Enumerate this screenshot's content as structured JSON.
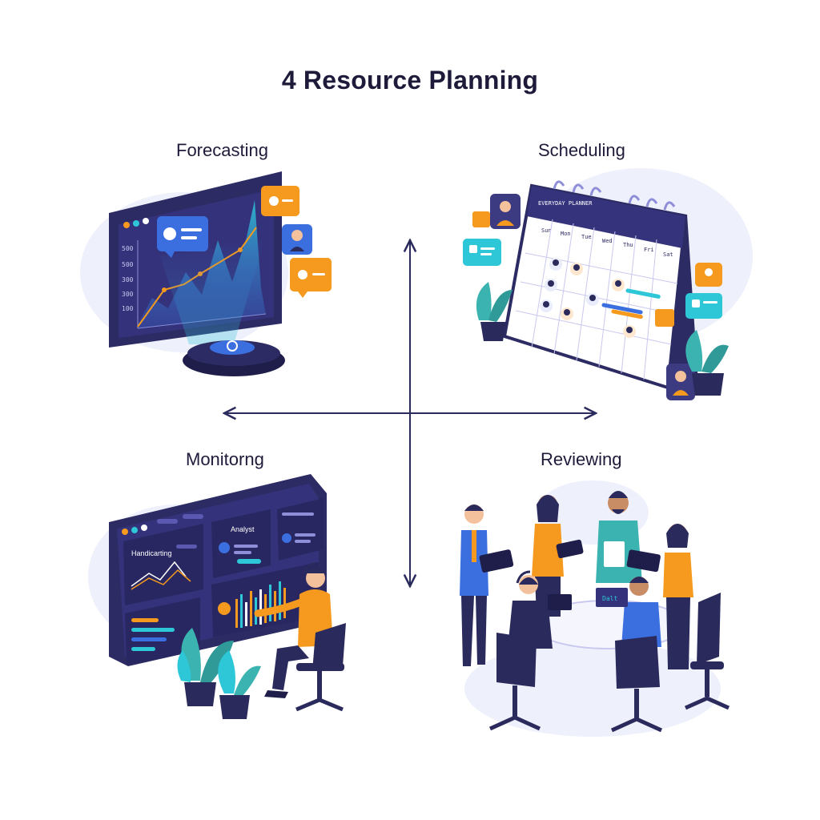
{
  "title": "4 Resource Planning",
  "quadrants": [
    {
      "id": "forecasting",
      "label": "Forecasting"
    },
    {
      "id": "scheduling",
      "label": "Scheduling"
    },
    {
      "id": "monitoring",
      "label": "Monitorng"
    },
    {
      "id": "reviewing",
      "label": "Reviewing"
    }
  ],
  "forecast_axis_ticks": [
    "500",
    "500",
    "300",
    "300",
    "100"
  ],
  "calendar_header": "EVERYDAY PLANNER",
  "calendar_days": [
    "Sun",
    "Mon",
    "Tue",
    "Wed",
    "Thu",
    "Fri",
    "Sat"
  ],
  "monitor_panel_title": "Handicarting",
  "monitor_side_title": "Analyst",
  "review_laptop_text": "Dalt",
  "colors": {
    "navy": "#2b2a5c",
    "indigo": "#3c3a80",
    "orange": "#f59a1e",
    "blue": "#3b6fe0",
    "cyan": "#2ec7d8",
    "teal": "#3bb3b0"
  },
  "icons": [
    "chat-bubble-icon",
    "avatar-icon",
    "plant-icon",
    "arrow-icon"
  ]
}
